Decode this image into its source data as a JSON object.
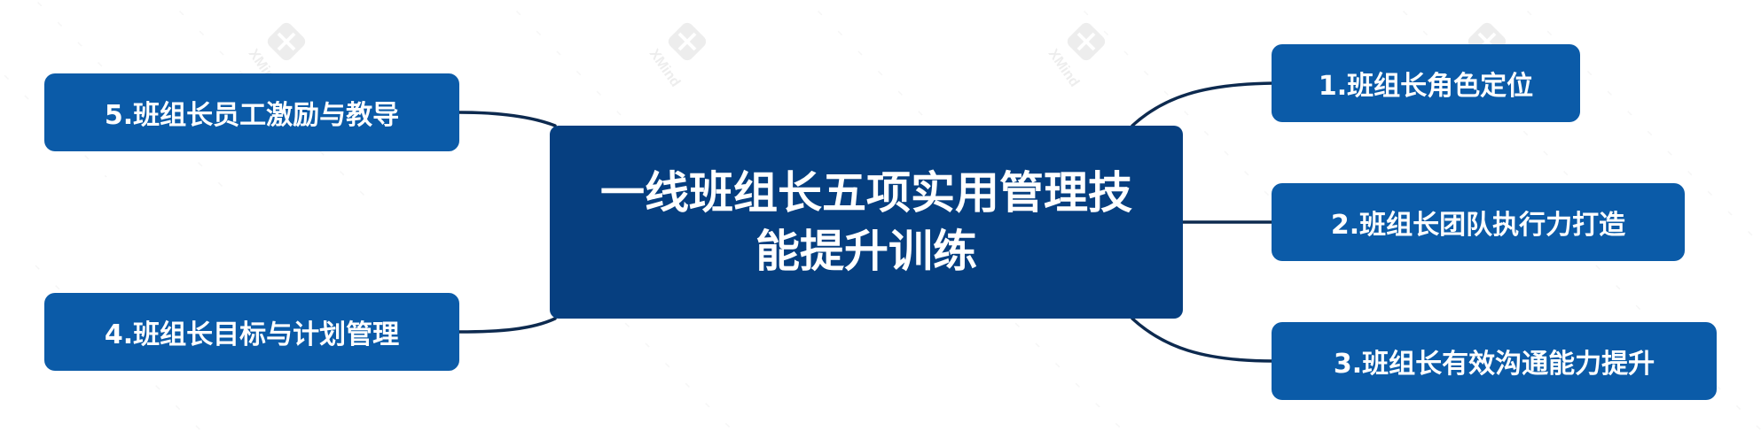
{
  "diagram": {
    "type": "mind-map",
    "colors": {
      "root": "#063f80",
      "topic": "#0b5ba8",
      "connector": "#0d2a4f",
      "text": "#ffffff"
    },
    "root": {
      "label": "一线班组长五项实用管理技能提升训练"
    },
    "topics": [
      {
        "id": "t1",
        "label": "1.班组长角色定位"
      },
      {
        "id": "t2",
        "label": "2.班组长团队执行力打造"
      },
      {
        "id": "t3",
        "label": "3.班组长有效沟通能力提升"
      },
      {
        "id": "t4",
        "label": "4.班组长目标与计划管理"
      },
      {
        "id": "t5",
        "label": "5.班组长员工激励与教导"
      }
    ],
    "watermark": {
      "icon": "xmind-logo-icon",
      "text": "XMind"
    }
  }
}
